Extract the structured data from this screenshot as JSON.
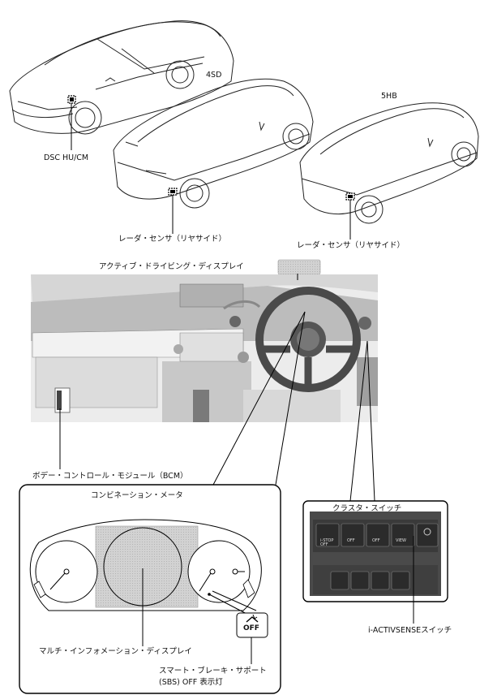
{
  "labels": {
    "dsc": "DSC HU/CM",
    "sedan": "4SD",
    "hatch": "5HB",
    "radar_sedan": "レーダ・センサ（リヤサイド）",
    "radar_hatch": "レーダ・センサ（リヤサイド）",
    "ads": "アクティブ・ドライビング・ディスプレイ",
    "bcm": "ボデー・コントロール・モジュール（BCM）",
    "combo_title": "コンビネーション・メータ",
    "cluster_title": "クラスタ・スイッチ",
    "multi_info": "マルチ・インフォメーション・ディスプレイ",
    "sbs_line1": "スマート・ブレーキ・サポート",
    "sbs_line2": "(SBS) OFF 表示灯",
    "iactive": "i-ACTIVSENSEスイッチ",
    "sbs_icon_text": "OFF",
    "sw_labels": [
      "i-STOP\nOFF",
      "OFF",
      "OFF",
      "VIEW"
    ]
  }
}
